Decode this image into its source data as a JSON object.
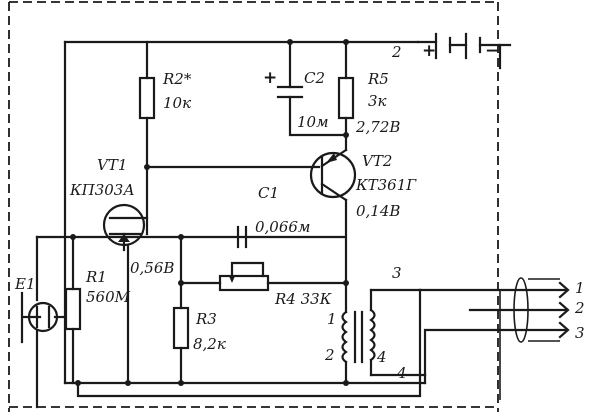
{
  "labels": {
    "R2": "R2*",
    "R2_val": "10к",
    "C2": "C2",
    "C2_val": "10м",
    "C2_plus": "+",
    "R5": "R5",
    "R5_val": "3к",
    "V_R5": "2,72В",
    "VT1": "VT1",
    "VT1_type": "КП303А",
    "VT2": "VT2",
    "VT2_type": "КТ361Г",
    "V_VT2": "0,14В",
    "C1": "C1",
    "C1_val": "0,066м",
    "R1": "R1",
    "R1_val": "560М",
    "V_gate": "0,56В",
    "R3": "R3",
    "R3_val": "8,2к",
    "R4": "R4 33К",
    "E1": "E1",
    "node2_top": "2",
    "batt_plus": "+",
    "batt_minus": "−",
    "tr_1": "1",
    "tr_2": "2",
    "tr_3": "3",
    "tr_4": "4",
    "tr_4b": "4",
    "out_1": "1",
    "out_2": "2",
    "out_3": "3"
  }
}
